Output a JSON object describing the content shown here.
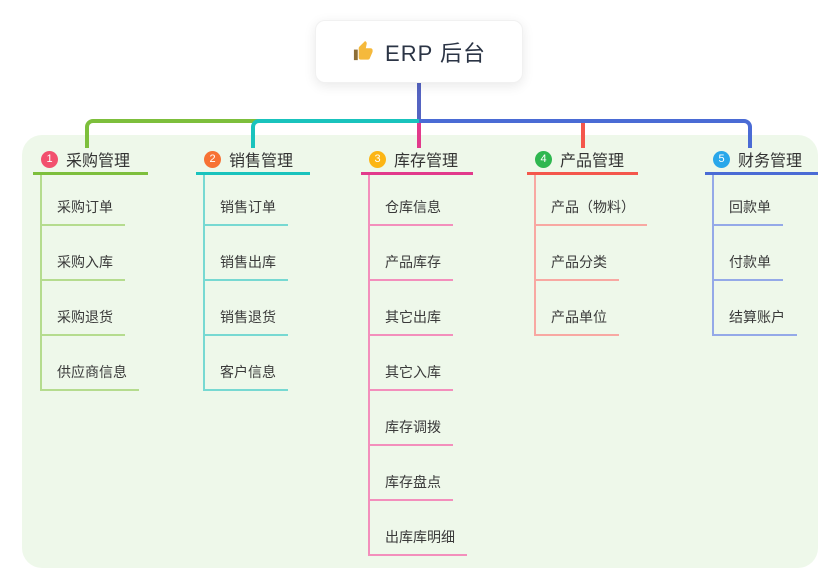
{
  "root": {
    "title": "ERP 后台",
    "icon": "thumbs-up",
    "icon_color": "#f5b93c",
    "box_color": "#ffffff",
    "line_color": "#5564c2"
  },
  "group_container": {
    "color": "#eef8ea"
  },
  "branches": [
    {
      "index": "1",
      "label": "采购管理",
      "circle_color": "#f2506e",
      "line_color": "#7dbf3c",
      "sub_line_color": "#b5dc8e",
      "children": [
        "采购订单",
        "采购入库",
        "采购退货",
        "供应商信息"
      ]
    },
    {
      "index": "2",
      "label": "销售管理",
      "circle_color": "#f77234",
      "line_color": "#19c3bd",
      "sub_line_color": "#77d9d2",
      "children": [
        "销售订单",
        "销售出库",
        "销售退货",
        "客户信息"
      ]
    },
    {
      "index": "3",
      "label": "库存管理",
      "circle_color": "#fcb515",
      "line_color": "#e23a8c",
      "sub_line_color": "#f38fbc",
      "children": [
        "仓库信息",
        "产品库存",
        "其它出库",
        "其它入库",
        "库存调拨",
        "库存盘点",
        "出库库明细"
      ]
    },
    {
      "index": "4",
      "label": "产品管理",
      "circle_color": "#2fb750",
      "line_color": "#f4574c",
      "sub_line_color": "#f8a8a2",
      "children": [
        "产品（物料）",
        "产品分类",
        "产品单位"
      ]
    },
    {
      "index": "5",
      "label": "财务管理",
      "circle_color": "#29a7ea",
      "line_color": "#4a6bd5",
      "sub_line_color": "#94a9e8",
      "children": [
        "回款单",
        "付款单",
        "结算账户"
      ]
    }
  ]
}
